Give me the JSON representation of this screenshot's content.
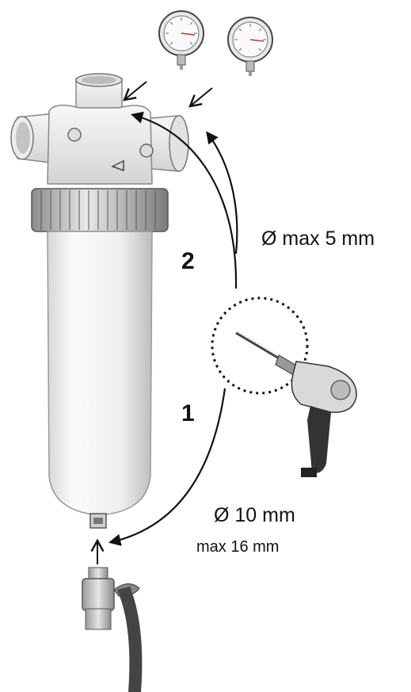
{
  "annotations": {
    "step_1": "1",
    "step_2": "2",
    "upper_hole": "Ø max 5 mm",
    "lower_hole_line1": "Ø 10 mm",
    "lower_hole_line2": "max 16 mm"
  },
  "colors": {
    "ink": "#111111",
    "housing_fill": "#f2f2f2",
    "housing_shade": "#c9c9c9",
    "drill_body": "#d9d9d9",
    "drill_dark": "#333333",
    "valve_handle": "#444444"
  },
  "icons": [
    "pressure-gauge-icon",
    "filter-housing",
    "electric-drill-icon",
    "drain-valve-icon"
  ]
}
